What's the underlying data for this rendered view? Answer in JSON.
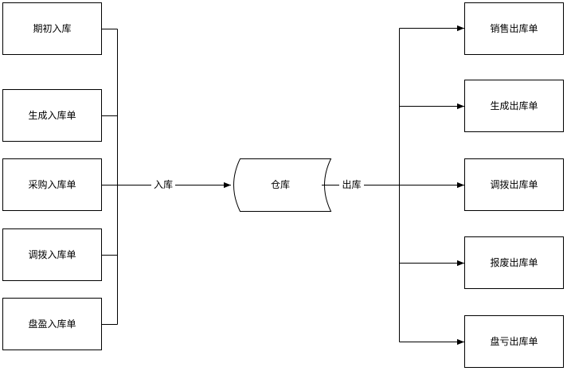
{
  "inputs": [
    {
      "label": "期初入库"
    },
    {
      "label": "生成入库单"
    },
    {
      "label": "采购入库单"
    },
    {
      "label": "调拨入库单"
    },
    {
      "label": "盘盈入库单"
    }
  ],
  "in_label": "入库",
  "warehouse": {
    "label": "仓库"
  },
  "out_label": "出库",
  "outputs": [
    {
      "label": "销售出库单"
    },
    {
      "label": "生成出库单"
    },
    {
      "label": "调拨出库单"
    },
    {
      "label": "报废出库单"
    },
    {
      "label": "盘亏出库单"
    }
  ]
}
